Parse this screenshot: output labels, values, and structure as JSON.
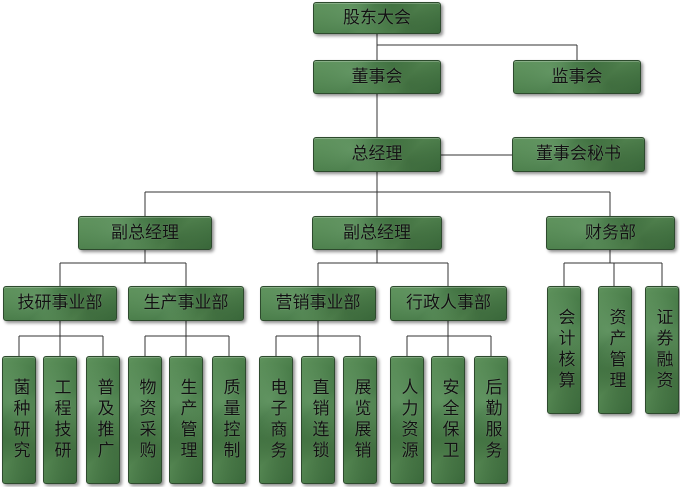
{
  "org_chart": {
    "nodes": {
      "shareholders": "股东大会",
      "board": "董事会",
      "supervisors": "监事会",
      "gm": "总经理",
      "board_secretary": "董事会秘书",
      "deputy_gm_1": "副总经理",
      "deputy_gm_2": "副总经理",
      "finance": "财务部",
      "tech_dev": "技研事业部",
      "production": "生产事业部",
      "marketing": "营销事业部",
      "admin": "行政人事部",
      "strain_research": "菌种研究",
      "engineering_tech": "工程技研",
      "extension": "普及推广",
      "procurement": "物资采购",
      "production_mgmt": "生产管理",
      "quality_control": "质量控制",
      "ecommerce": "电子商务",
      "direct_chain": "直销连锁",
      "exhibition": "展览展销",
      "hr": "人力资源",
      "security": "安全保卫",
      "logistics": "后勤服务",
      "accounting": "会计核算",
      "asset_mgmt": "资产管理",
      "securities": "证券融资"
    }
  }
}
